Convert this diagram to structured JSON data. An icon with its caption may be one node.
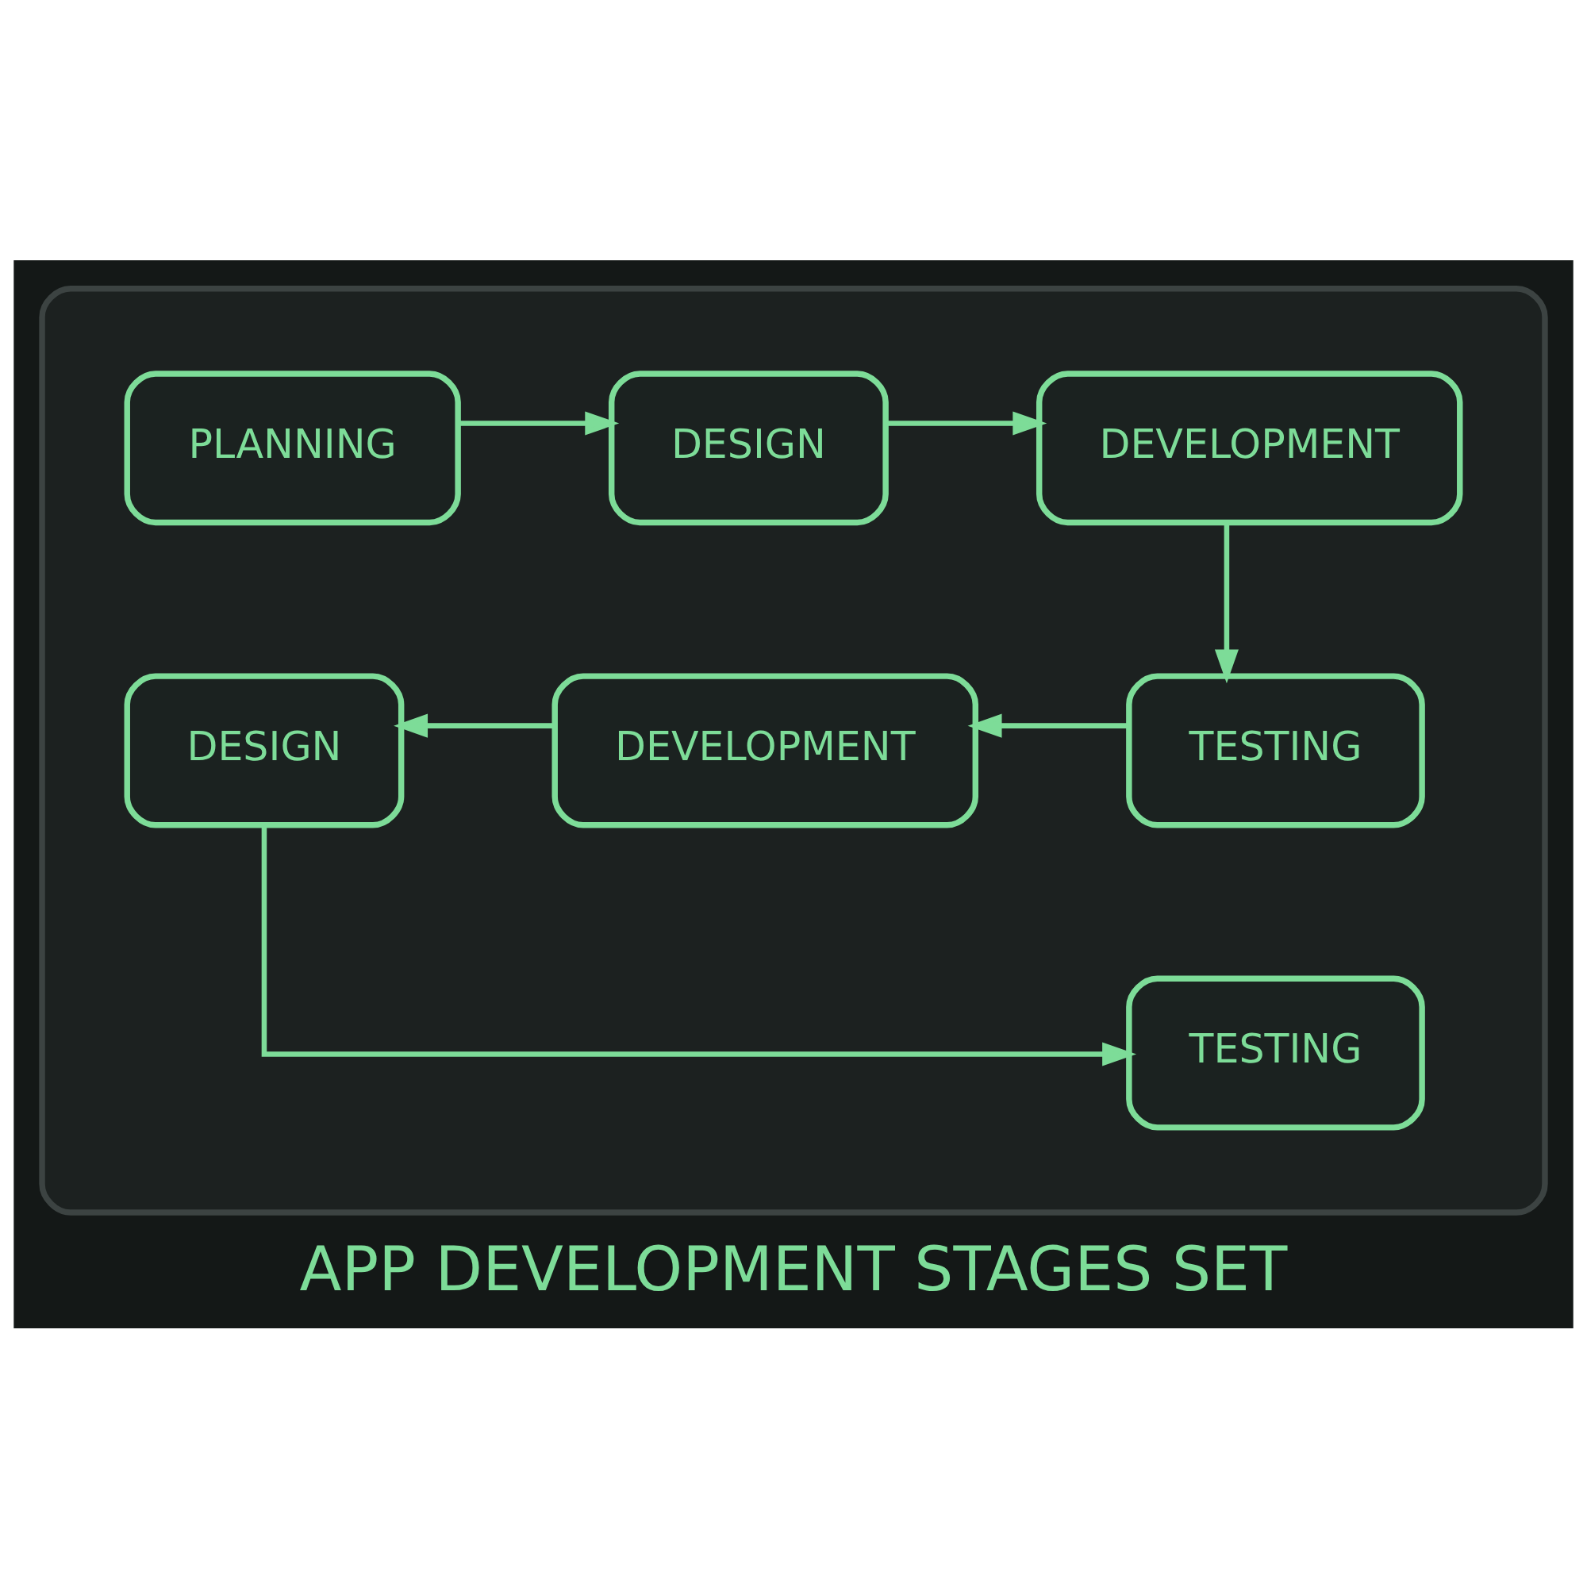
{
  "diagram": {
    "title": "APP DEVELOPMENT STAGES SET",
    "nodes": [
      {
        "text": [],
        "shape": "box"
      },
      {
        "text": [
          "PLANNING"
        ],
        "in": 0
      },
      {
        "text": [
          "DESIGN"
        ],
        "in": 0
      },
      {
        "text": [
          "DEVELOPMENT"
        ],
        "in": 0
      },
      {
        "text": [
          "TESTING"
        ],
        "in": 0
      },
      {
        "text": [
          "DEVELOPMENT"
        ],
        "in": 0
      },
      {
        "text": [
          "DESIGN"
        ],
        "in": 0
      },
      {
        "text": [
          "TESTING"
        ],
        "in": 0
      }
    ],
    "edges": [
      {
        "from": 1,
        "to": 2,
        "arrow": "to"
      },
      {
        "from": 2,
        "to": 3,
        "arrow": "to"
      },
      {
        "from": 3,
        "to": 4,
        "arrow": "to"
      },
      {
        "from": 4,
        "to": 5,
        "arrow": "to"
      },
      {
        "from": 5,
        "to": 6,
        "arrow": "to"
      },
      {
        "from": 6,
        "to": 7,
        "arrow": "to"
      }
    ]
  }
}
